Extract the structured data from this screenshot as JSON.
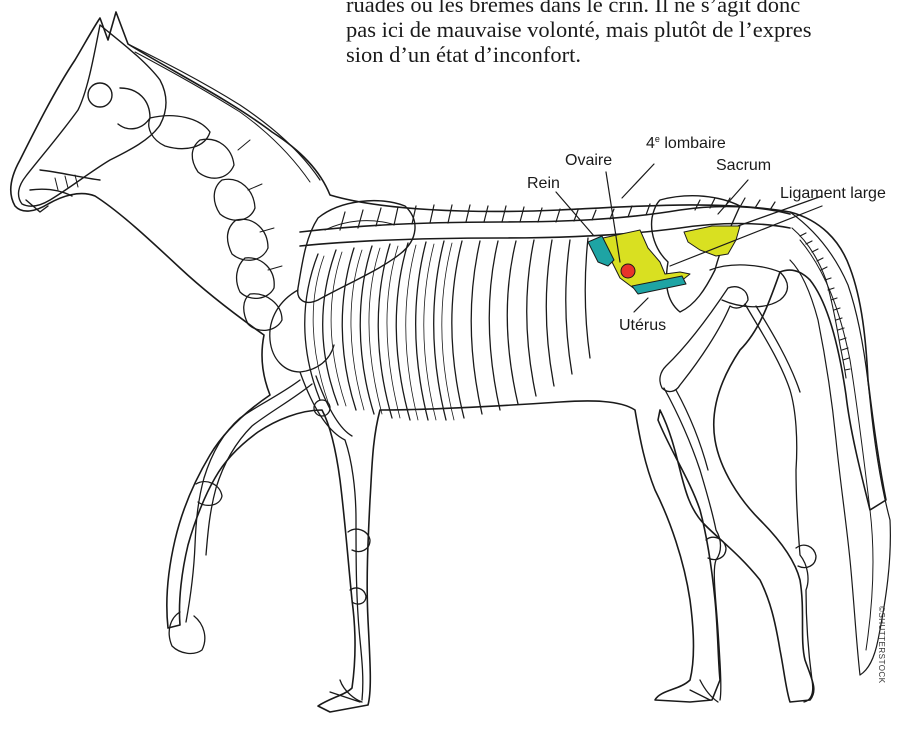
{
  "paragraph": {
    "line1": "ruades ou les brèmes dans le crin. Il ne s’agit donc",
    "line2": "pas ici de mauvaise volonté, mais plutôt de l’expres",
    "line3": "sion d’un état d’inconfort."
  },
  "labels": {
    "lombaire_num": "4",
    "lombaire_sup": "e",
    "lombaire_word": "lombaire",
    "ovaire": "Ovaire",
    "sacrum": "Sacrum",
    "rein": "Rein",
    "ligament": "Ligament large",
    "uterus": "Utérus"
  },
  "credit": "©SHUTTERSTOCK",
  "colors": {
    "ligament_fill": "#d9e021",
    "rein_fill": "#1ea4a4",
    "ovaire_fill": "#e8342a",
    "line": "#1a1a1a"
  }
}
